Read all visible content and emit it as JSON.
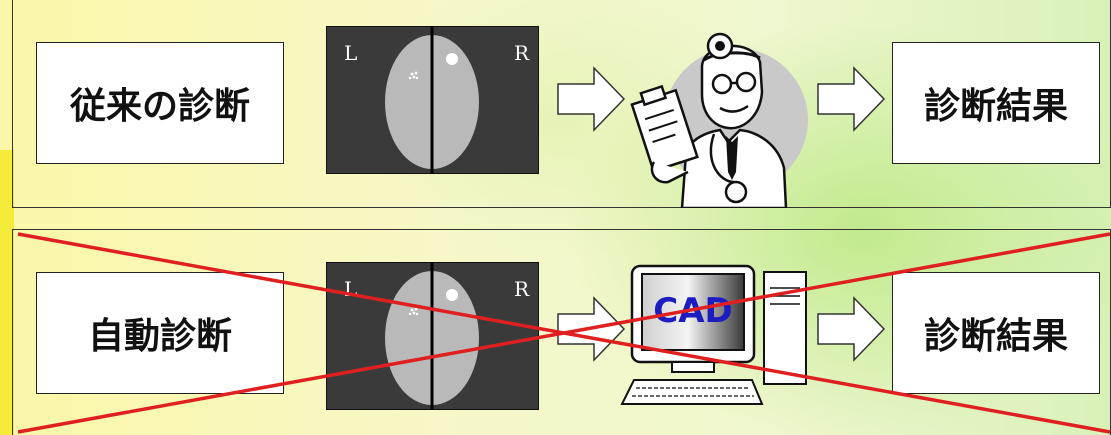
{
  "top_row": {
    "left_label": "従来の診断",
    "xray": {
      "left_marker": "L",
      "right_marker": "R"
    },
    "result_label": "診断結果"
  },
  "bottom_row": {
    "left_label": "自動診断",
    "xray": {
      "left_marker": "L",
      "right_marker": "R"
    },
    "monitor_text": "CAD",
    "result_label": "診断結果"
  },
  "colors": {
    "cross_line": "#e02020",
    "xray_background": "#3a3a3a",
    "cad_text": "#1c1cc0",
    "left_band": "#f5ec3a"
  },
  "icons": [
    "doctor-clipboard-stethoscope-icon",
    "computer-workstation-icon",
    "right-arrow-icon"
  ]
}
